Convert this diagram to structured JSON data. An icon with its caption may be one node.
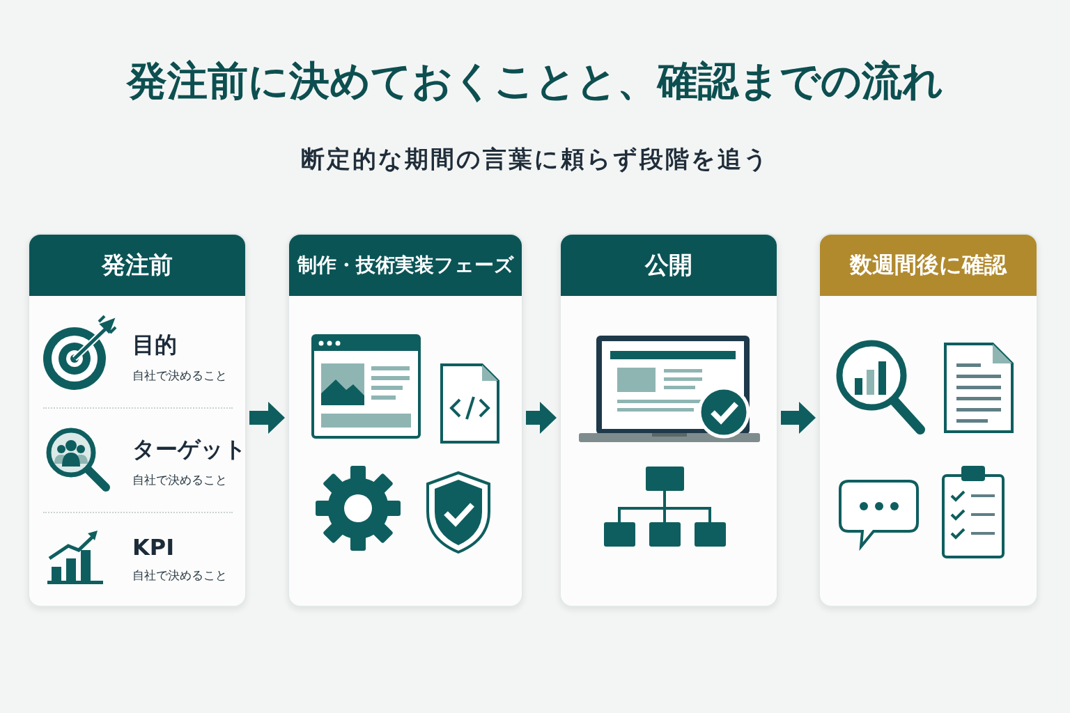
{
  "diagram": {
    "title": "発注前に決めておくことと、確認までの流れ",
    "nodes": [
      {
        "text": [
          "発注前"
        ]
      },
      {
        "text": [
          "目的",
          "自社で決めること"
        ],
        "in": 0
      },
      {
        "text": [
          "ターゲット",
          "自社で決めること"
        ],
        "in": 0
      },
      {
        "text": [
          "KPI",
          "自社で決めること"
        ],
        "in": 0
      },
      {
        "text": [
          "制作・技術実装フェーズ"
        ]
      },
      {
        "text": [
          "公開"
        ]
      },
      {
        "text": [
          "数週間後に確認"
        ]
      }
    ],
    "edges": [
      {
        "from": 0,
        "to": 4,
        "arrow": "to"
      },
      {
        "from": 4,
        "to": 5,
        "arrow": "to"
      },
      {
        "from": 5,
        "to": 6,
        "arrow": "to"
      }
    ],
    "labels": [
      "断定的な期間の言葉に頼らず段階を追う"
    ]
  }
}
